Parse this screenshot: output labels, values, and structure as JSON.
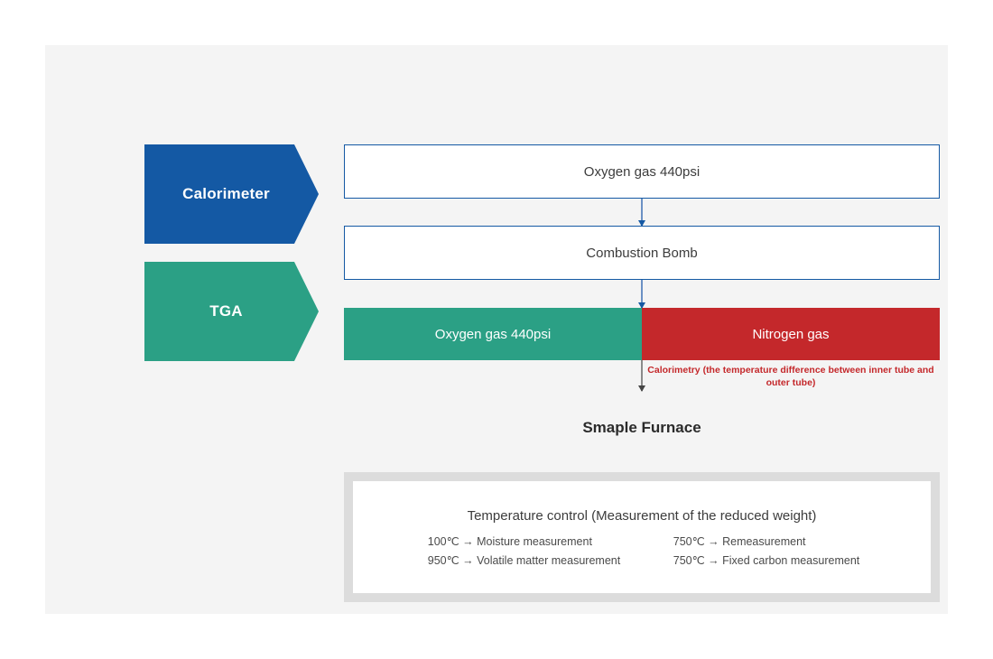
{
  "stages": [
    {
      "name": "calorimeter",
      "label": "Calorimeter",
      "color": "#1459a4"
    },
    {
      "name": "tga",
      "label": "TGA",
      "color": "#2ba085"
    }
  ],
  "flow": {
    "oxygen_top": "Oxygen gas 440psi",
    "combustion": "Combustion Bomb",
    "split": {
      "left": "Oxygen gas 440psi",
      "right": "Nitrogen gas",
      "left_color": "#2ba085",
      "right_color": "#c4282b"
    },
    "calorimetry_note": "Calorimetry (the temperature difference between inner tube and outer tube)",
    "note_color": "#c4282b"
  },
  "furnace": {
    "title": "Smaple Furnace",
    "panel_heading": "Temperature control (Measurement of the reduced weight)",
    "measurements": [
      {
        "left": "100℃ → Moisture measurement",
        "right": "750℃ → Remeasurement"
      },
      {
        "left": "950℃ → Volatile matter measurement",
        "right": "750℃ → Fixed carbon measurement"
      }
    ]
  }
}
